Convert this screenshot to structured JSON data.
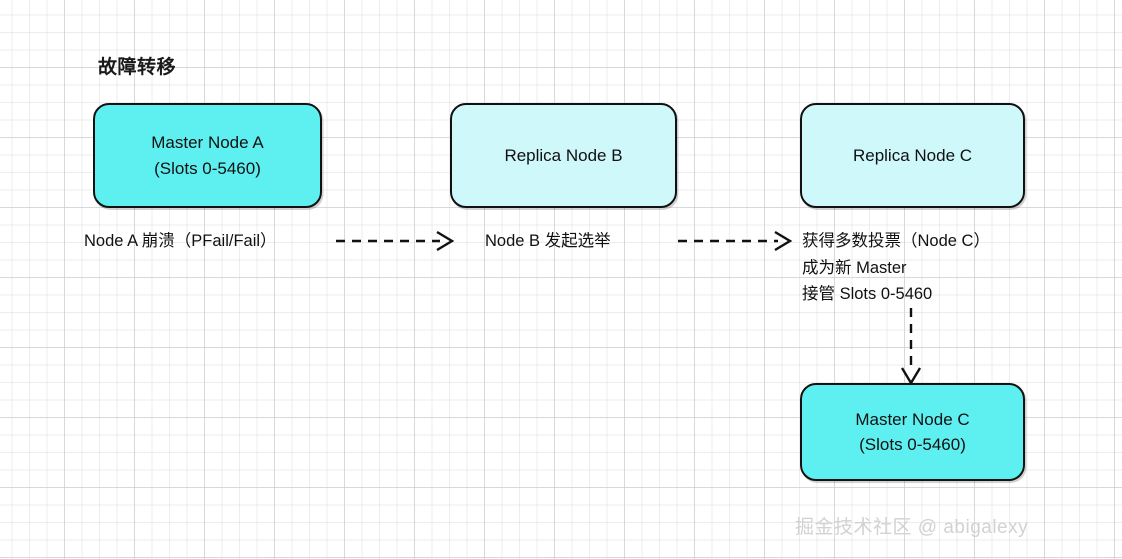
{
  "diagram": {
    "title": "故障转移",
    "watermark": "掘金技术社区 @ abigalexy",
    "colors": {
      "master_fill": "#5EF0F0",
      "replica_fill": "#CFF8FB",
      "stroke": "#111111",
      "grid": "#dedee2",
      "watermark": "#d2d2d4"
    },
    "nodes": [
      {
        "id": "master-node-a",
        "kind": "master",
        "line1": "Master Node A",
        "line2": "(Slots 0-5460)"
      },
      {
        "id": "replica-node-b",
        "kind": "replica",
        "line1": "Replica Node B",
        "line2": ""
      },
      {
        "id": "replica-node-c",
        "kind": "replica",
        "line1": "Replica Node C",
        "line2": ""
      },
      {
        "id": "master-node-c",
        "kind": "master",
        "line1": "Master Node C",
        "line2": "(Slots 0-5460)"
      }
    ],
    "steps": [
      {
        "id": "step-node-a-crash",
        "lines": [
          "Node A 崩溃（PFail/Fail）"
        ]
      },
      {
        "id": "step-node-b-election",
        "lines": [
          "Node B 发起选举"
        ]
      },
      {
        "id": "step-node-c-promotion",
        "lines": [
          "获得多数投票（Node C）",
          "成为新 Master",
          "接管 Slots 0-5460"
        ]
      }
    ],
    "arrows": [
      {
        "id": "arrow-a-to-b",
        "direction": "right",
        "style": "dashed"
      },
      {
        "id": "arrow-b-to-c",
        "direction": "right",
        "style": "dashed"
      },
      {
        "id": "arrow-c-promote",
        "direction": "down",
        "style": "dashed"
      }
    ]
  }
}
